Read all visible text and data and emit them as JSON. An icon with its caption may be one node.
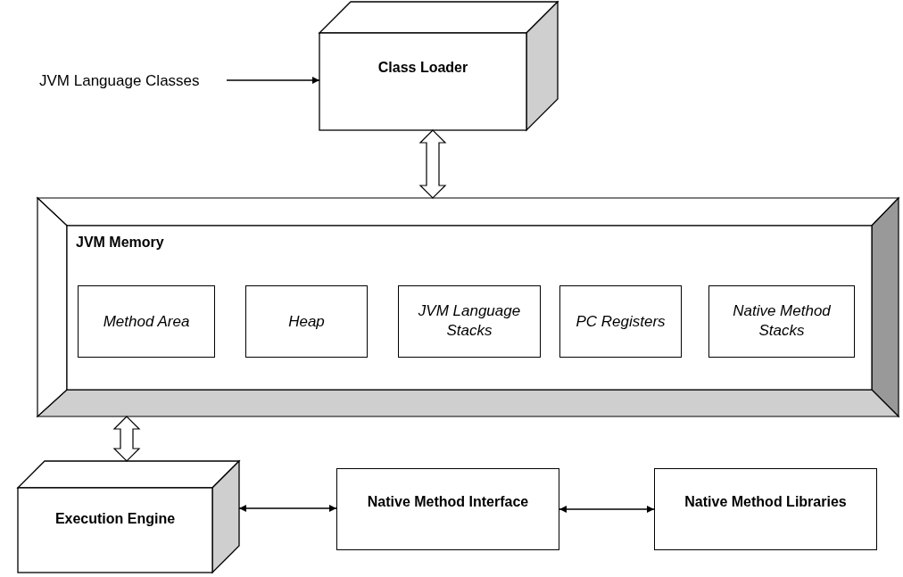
{
  "diagram": {
    "nodes": [
      {
        "text": [
          "JVM Language Classes"
        ]
      },
      {
        "text": [
          "Class Loader"
        ]
      },
      {
        "text": [
          "JVM Memory"
        ]
      },
      {
        "text": [
          "Method Area"
        ],
        "in": 2
      },
      {
        "text": [
          "Heap"
        ],
        "in": 2
      },
      {
        "text": [
          "JVM Language Stacks"
        ],
        "in": 2
      },
      {
        "text": [
          "PC Registers"
        ],
        "in": 2
      },
      {
        "text": [
          "Native Method Stacks"
        ],
        "in": 2
      },
      {
        "text": [
          "Execution Engine"
        ]
      },
      {
        "text": [
          "Native Method Interface"
        ]
      },
      {
        "text": [
          "Native Method Libraries"
        ]
      }
    ],
    "edges": [
      {
        "from": 0,
        "to": 1,
        "arrow": "to"
      },
      {
        "from": 1,
        "to": 2,
        "arrow": "both",
        "style": "thick"
      },
      {
        "from": 2,
        "to": 8,
        "arrow": "both",
        "style": "thick"
      },
      {
        "from": 8,
        "to": 9,
        "arrow": "both"
      },
      {
        "from": 9,
        "to": 10,
        "arrow": "both"
      }
    ]
  }
}
